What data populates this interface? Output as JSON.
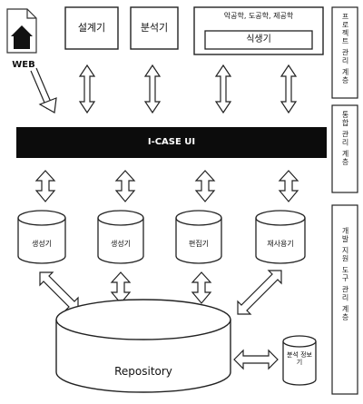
{
  "web": {
    "label": "WEB",
    "icon": "house-document-icon"
  },
  "tools": [
    {
      "label": "설계기"
    },
    {
      "label": "분석기"
    },
    {
      "label": "식생기"
    }
  ],
  "tool_note": "악공학, 도공학, 제공학",
  "bus": {
    "label": "I-CASE UI"
  },
  "drums": [
    {
      "label": "생성기"
    },
    {
      "label": "생성기"
    },
    {
      "label": "편집기"
    },
    {
      "label": "재사용기"
    }
  ],
  "repository": {
    "label": "Repository"
  },
  "small_db": {
    "label": "분석 정보기"
  },
  "side_panels": [
    {
      "label": "프로젝트 관리 계층"
    },
    {
      "label": "통합 관리 계층"
    },
    {
      "label": "개발 지원 도구 관리 계층"
    }
  ]
}
